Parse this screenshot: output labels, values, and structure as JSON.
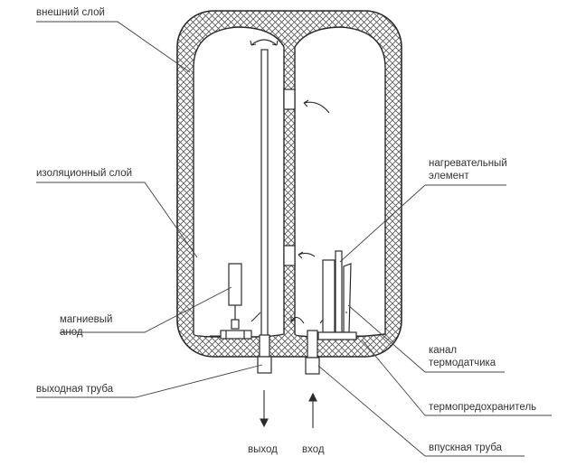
{
  "labels": {
    "outer_layer": "внешний слой",
    "insulation_layer": "изоляционный слой",
    "magnesium_anode": [
      "магниевый",
      "анод"
    ],
    "outlet_pipe": "выходная труба",
    "heating_element": [
      "нагревательный",
      "элемент"
    ],
    "thermo_sensor_channel": [
      "канал",
      "термодатчика"
    ],
    "thermo_fuse": "термопредохранитель",
    "inlet_pipe": "впускная труба",
    "outlet": "выход",
    "inlet": "вход"
  },
  "colors": {
    "stroke": "#2b2b2b",
    "hatch": "#555555",
    "background": "#ffffff"
  }
}
